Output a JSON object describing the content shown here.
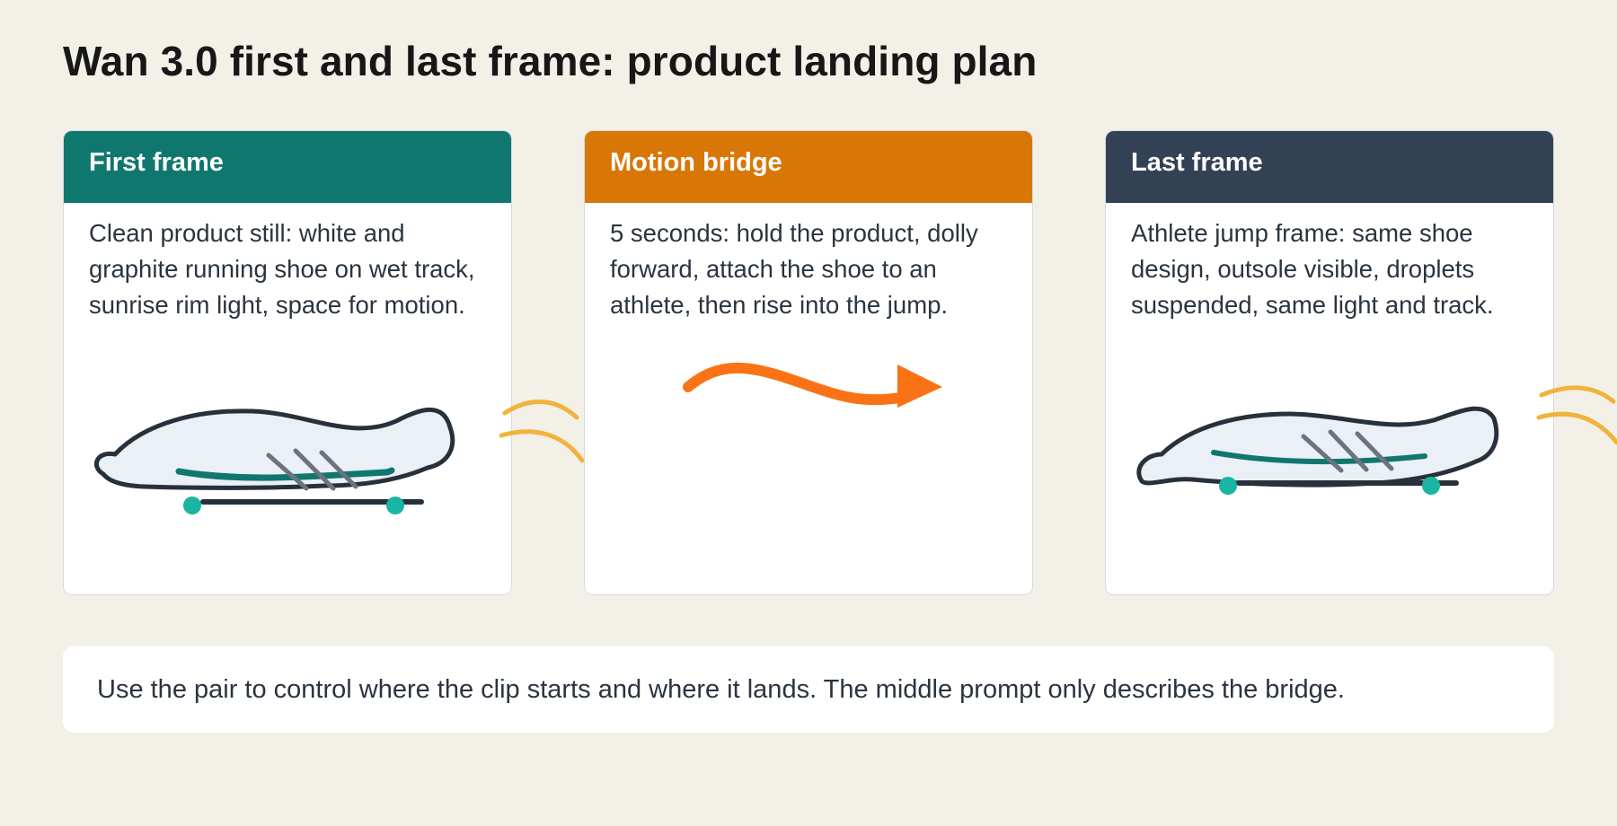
{
  "page": {
    "title": "Wan 3.0 first and last frame: product landing plan"
  },
  "cards": [
    {
      "title": "First frame",
      "body": "Clean product still: white and graphite running shoe on wet track, sunrise rim light, space for motion.",
      "color": "#10776f",
      "art": "running-shoe-illustration"
    },
    {
      "title": "Motion bridge",
      "body": "5 seconds: hold the product, dolly forward, attach the shoe to an athlete, then rise into the jump.",
      "color": "#d97706",
      "art": "wavy-arrow-icon"
    },
    {
      "title": "Last frame",
      "body": "Athlete jump frame: same shoe design, outsole visible, droplets suspended, same light and track.",
      "color": "#334155",
      "art": "running-shoe-illustration"
    }
  ],
  "note": {
    "text": "Use the pair to control where the clip starts and where it lands. The middle prompt only describes the bridge."
  },
  "colors": {
    "background": "#f3f0e8",
    "shoe_fill": "#ebeff6",
    "shoe_outline": "#27313c",
    "shoe_stripe": "#10776f",
    "accent_dots": "#19b5a2",
    "laces": "#6b7280",
    "arrow": "#f97316",
    "motion_lines": "#f2b33d"
  }
}
